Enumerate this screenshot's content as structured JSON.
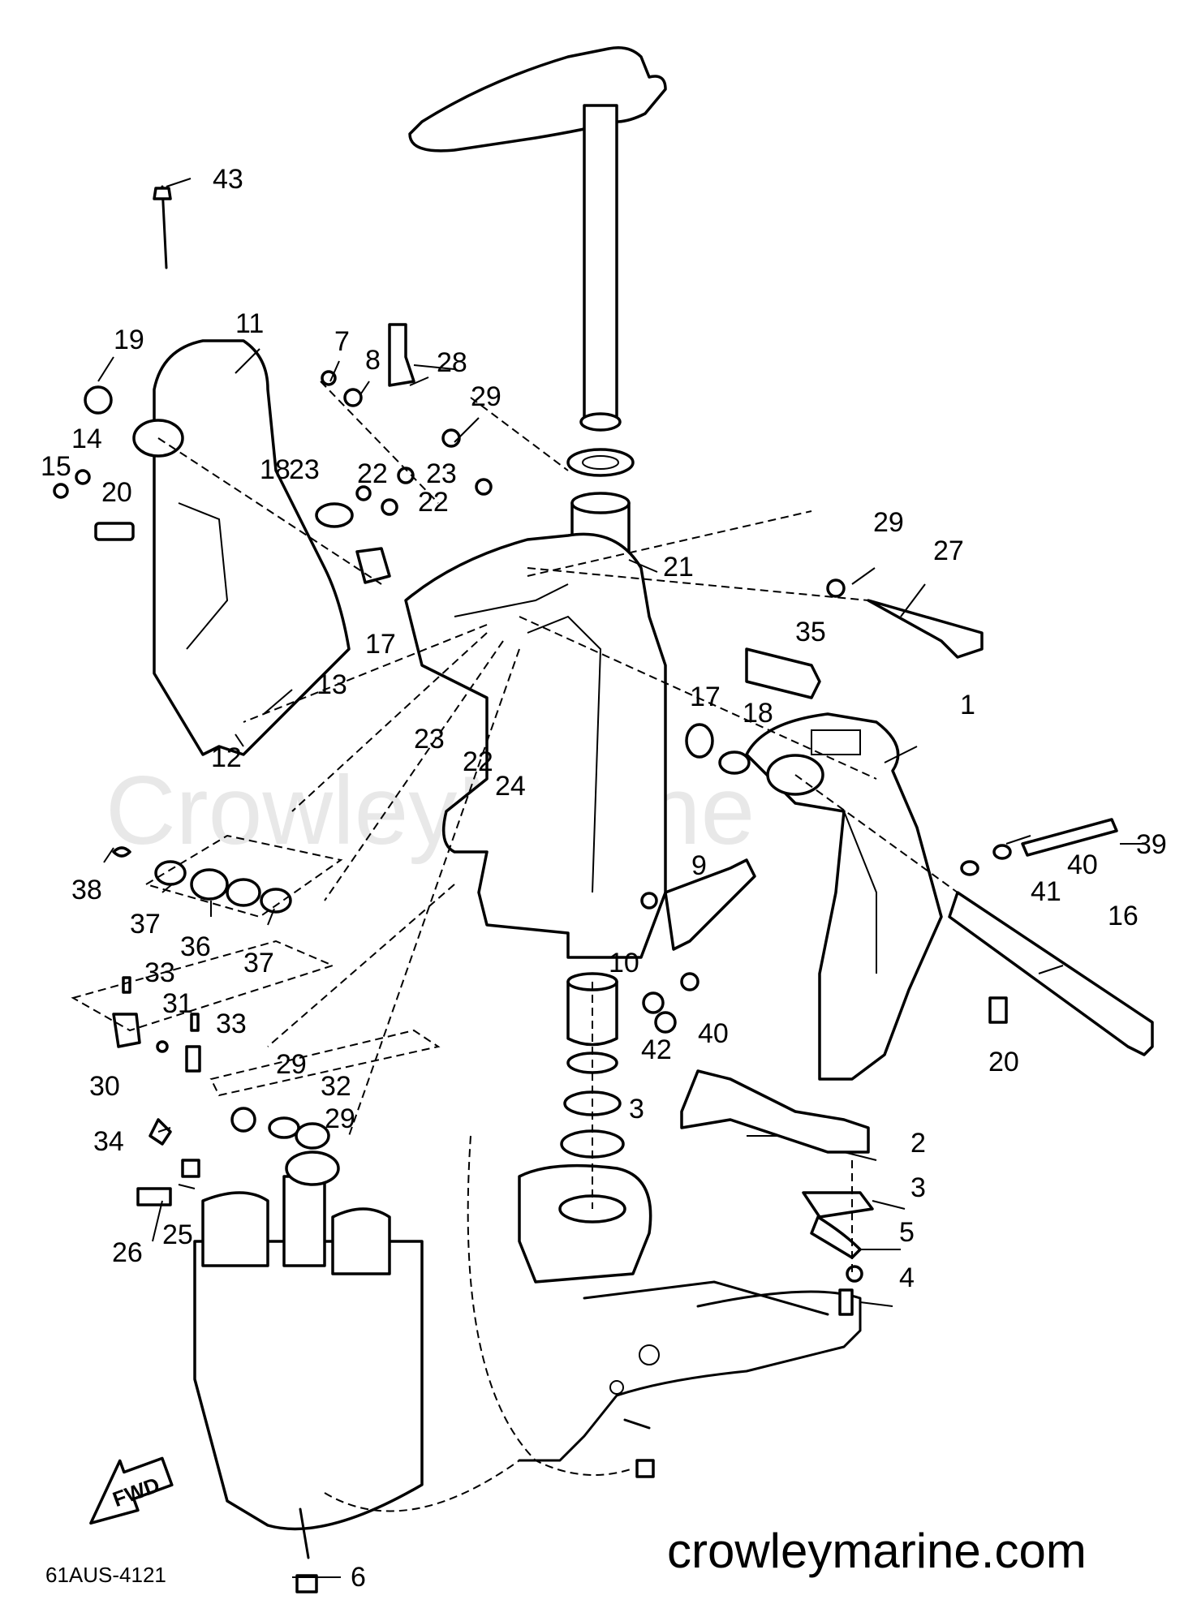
{
  "watermark": "CrowleyMarine",
  "website": "crowleymarine.com",
  "diagram_code": "61AUS-4121",
  "direction_label": "FWD",
  "callouts": [
    "43",
    "19",
    "11",
    "7",
    "8",
    "28",
    "29",
    "14",
    "15",
    "20",
    "18",
    "23",
    "22",
    "23",
    "22",
    "21",
    "29",
    "27",
    "17",
    "35",
    "17",
    "18",
    "1",
    "13",
    "12",
    "23",
    "22",
    "24",
    "39",
    "40",
    "41",
    "38",
    "37",
    "36",
    "37",
    "9",
    "10",
    "16",
    "40",
    "42",
    "20",
    "33",
    "31",
    "33",
    "30",
    "29",
    "32",
    "29",
    "34",
    "3",
    "2",
    "26",
    "25",
    "3",
    "5",
    "4",
    "6"
  ]
}
